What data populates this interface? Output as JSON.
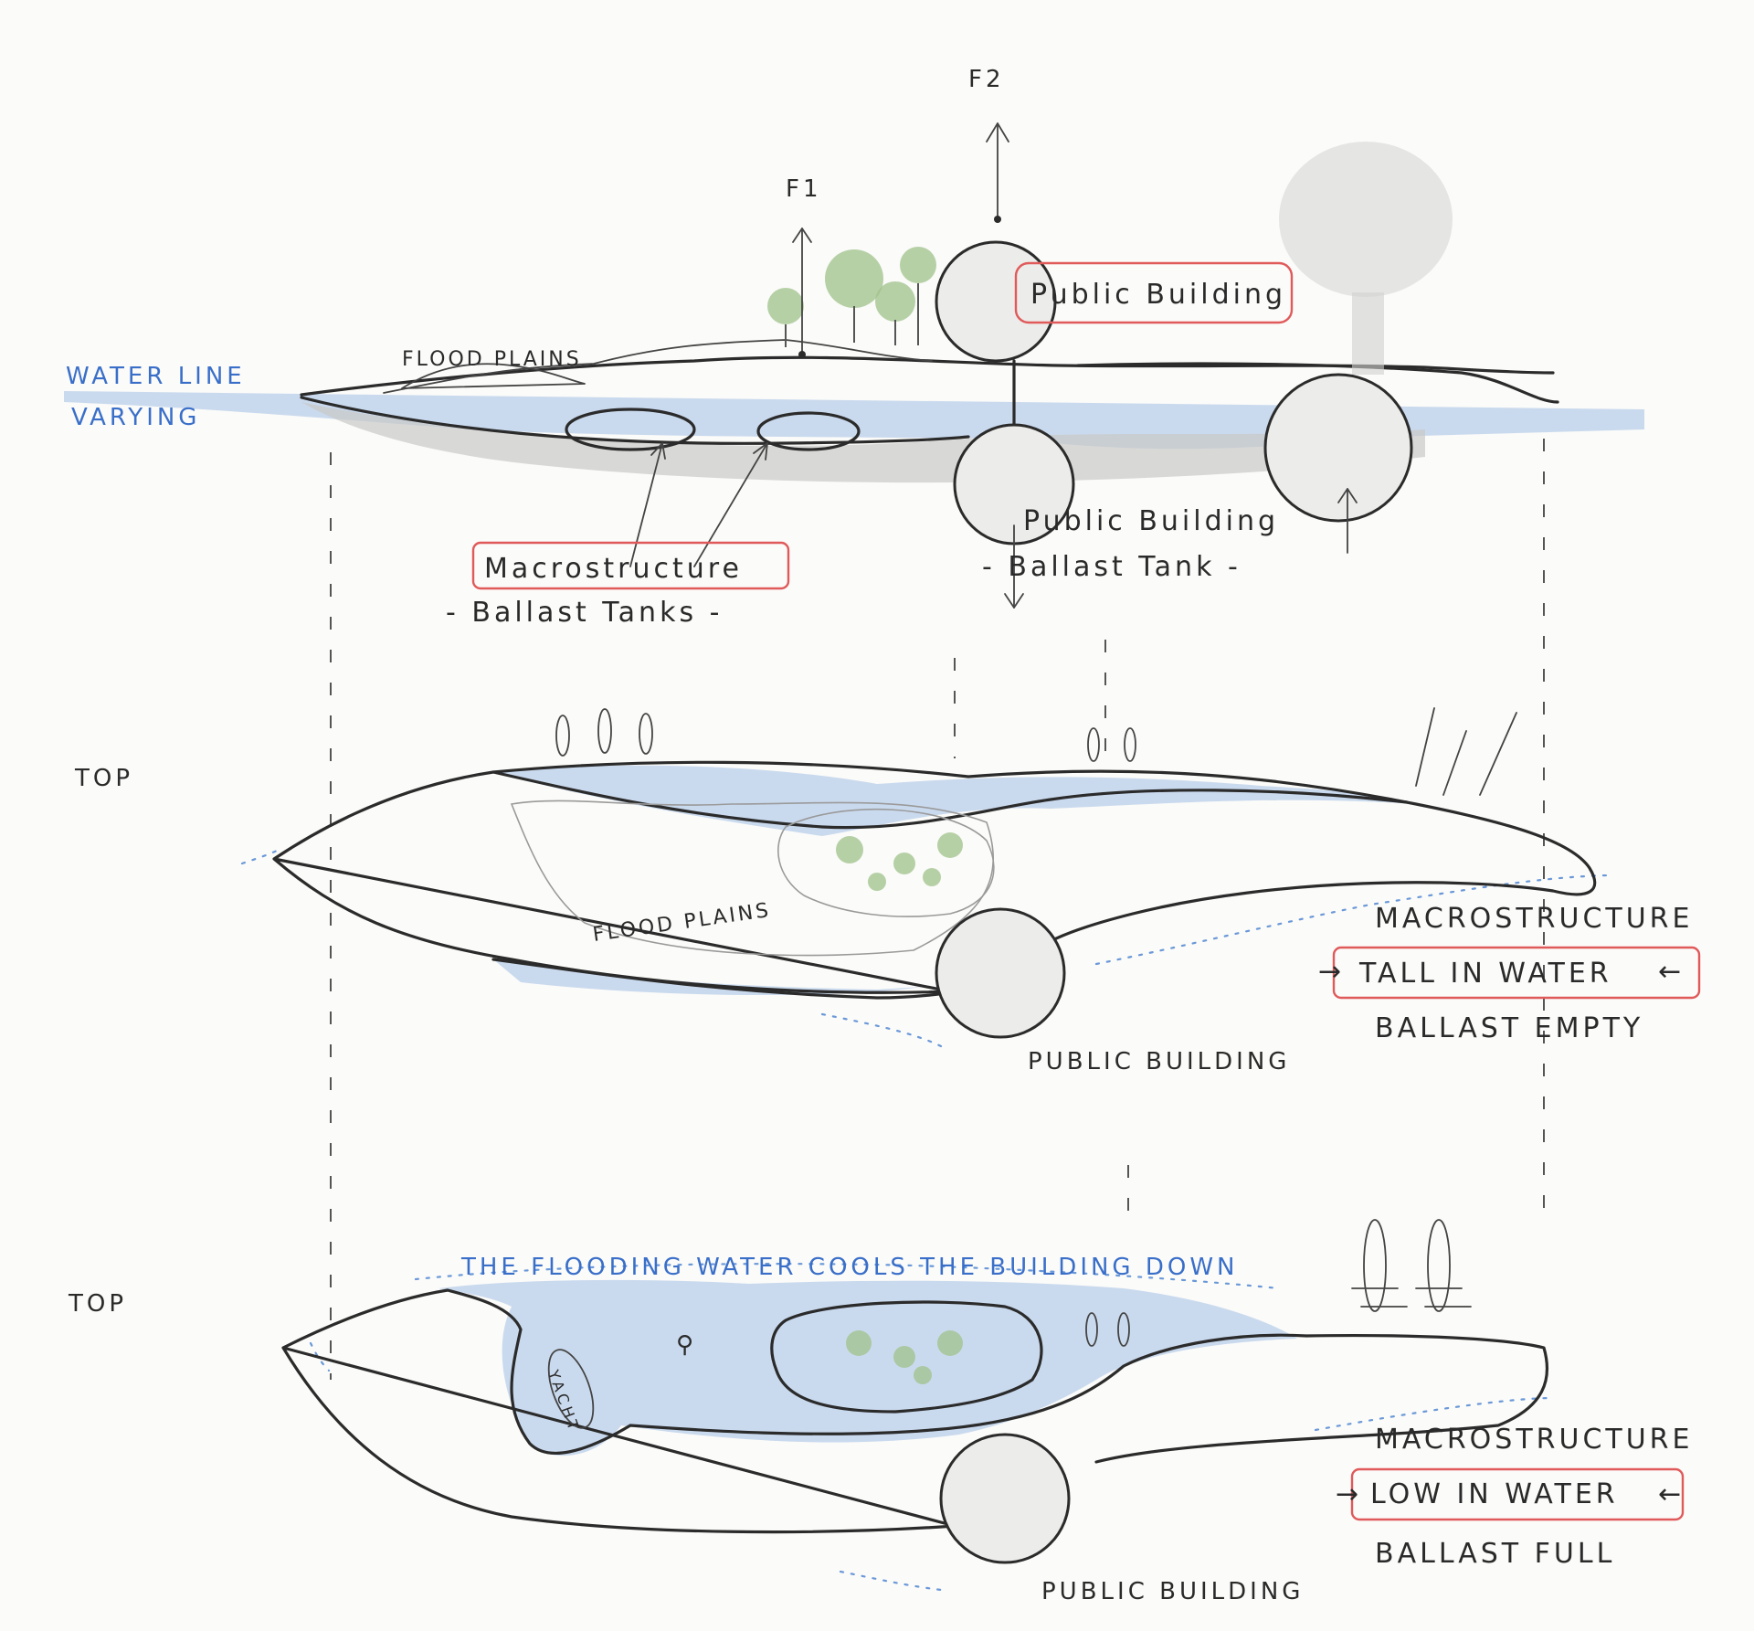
{
  "section": {
    "force_1": "F1",
    "force_2": "F2",
    "water_line": "WATER LINE",
    "water_varying": "VARYING",
    "flood_plains": "FLOOD PLAINS",
    "public_building": "Public Building",
    "macrostructure": "Macrostructure",
    "ballast_tanks": "- Ballast Tanks -",
    "public_building_2": "Public Building",
    "ballast_tank": "- Ballast Tank -"
  },
  "plan_tall": {
    "view_label": "TOP",
    "flood_plains": "FLOOD PLAINS",
    "macrostructure": "MACROSTRUCTURE",
    "state": "TALL IN WATER",
    "ballast": "BALLAST EMPTY",
    "public_building": "PUBLIC BUILDING"
  },
  "plan_low": {
    "view_label": "TOP",
    "note": "THE FLOODING WATER COOLS THE BUILDING DOWN",
    "yacht": "YACHT",
    "macrostructure": "MACROSTRUCTURE",
    "state": "LOW IN WATER",
    "ballast": "BALLAST FULL",
    "public_building": "PUBLIC BUILDING"
  },
  "colors": {
    "ink": "#2b2b2b",
    "water_blue": "#b9cfe9",
    "annotation_blue": "#3a6fc9",
    "highlight_red": "#e05a5a",
    "vegetation_green": "#9fc28a"
  }
}
